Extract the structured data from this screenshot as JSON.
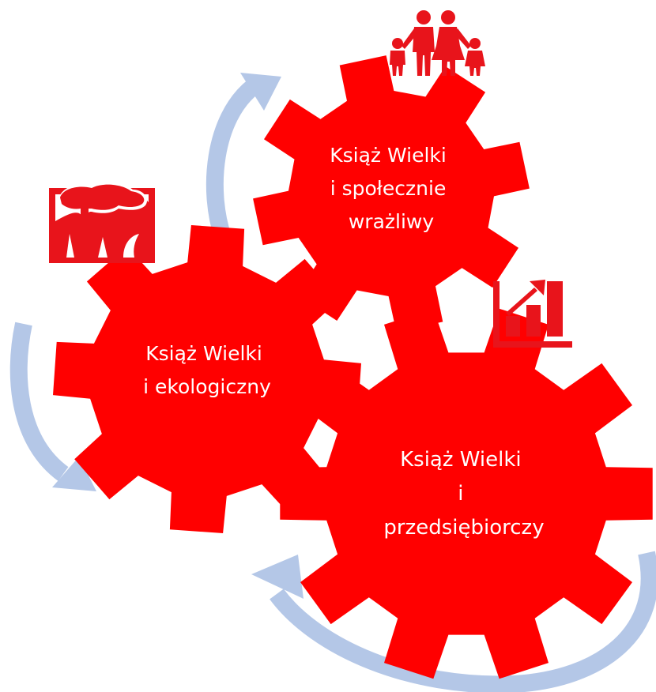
{
  "colors": {
    "gear": "#ff0000",
    "arrow": "#b4c7e7",
    "icon": "#e8141b",
    "text": "#ffffff"
  },
  "gears": [
    {
      "id": "social",
      "icon": "family-icon",
      "lines": [
        "Książ Wielki",
        "i społecznie",
        "wrażliwy"
      ]
    },
    {
      "id": "ecological",
      "icon": "nature-landscape-icon",
      "lines": [
        "Książ Wielki",
        "i ekologiczny"
      ]
    },
    {
      "id": "entrepreneurial",
      "icon": "growth-chart-icon",
      "lines": [
        "Książ Wielki",
        "i",
        "przedsiębiorczy"
      ]
    }
  ]
}
